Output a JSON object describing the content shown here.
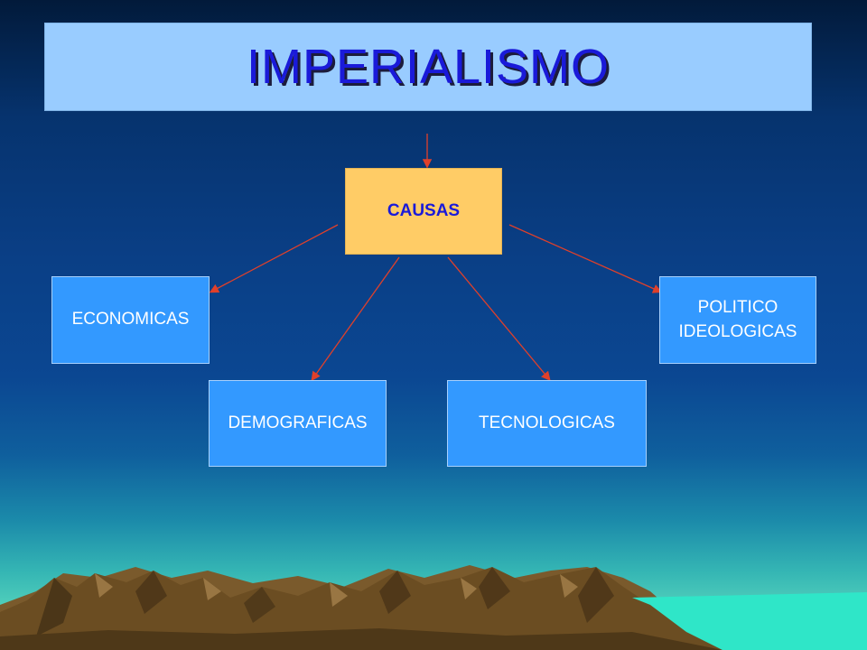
{
  "slide": {
    "title": "IMPERIALISMO",
    "colors": {
      "title_text": "#1a1ad9",
      "title_box": "#99ccff",
      "center_box": "#ffcc66",
      "child_box": "#3399ff",
      "connector": "#e0402a"
    }
  },
  "diagram": {
    "center": {
      "label": "CAUSAS"
    },
    "children": [
      {
        "label": "ECONOMICAS"
      },
      {
        "label": "POLITICO\nIDEOLOGICAS"
      },
      {
        "label": "DEMOGRAFICAS"
      },
      {
        "label": "TECNOLOGICAS"
      }
    ]
  },
  "background": {
    "decoration": "mountain-landscape"
  }
}
